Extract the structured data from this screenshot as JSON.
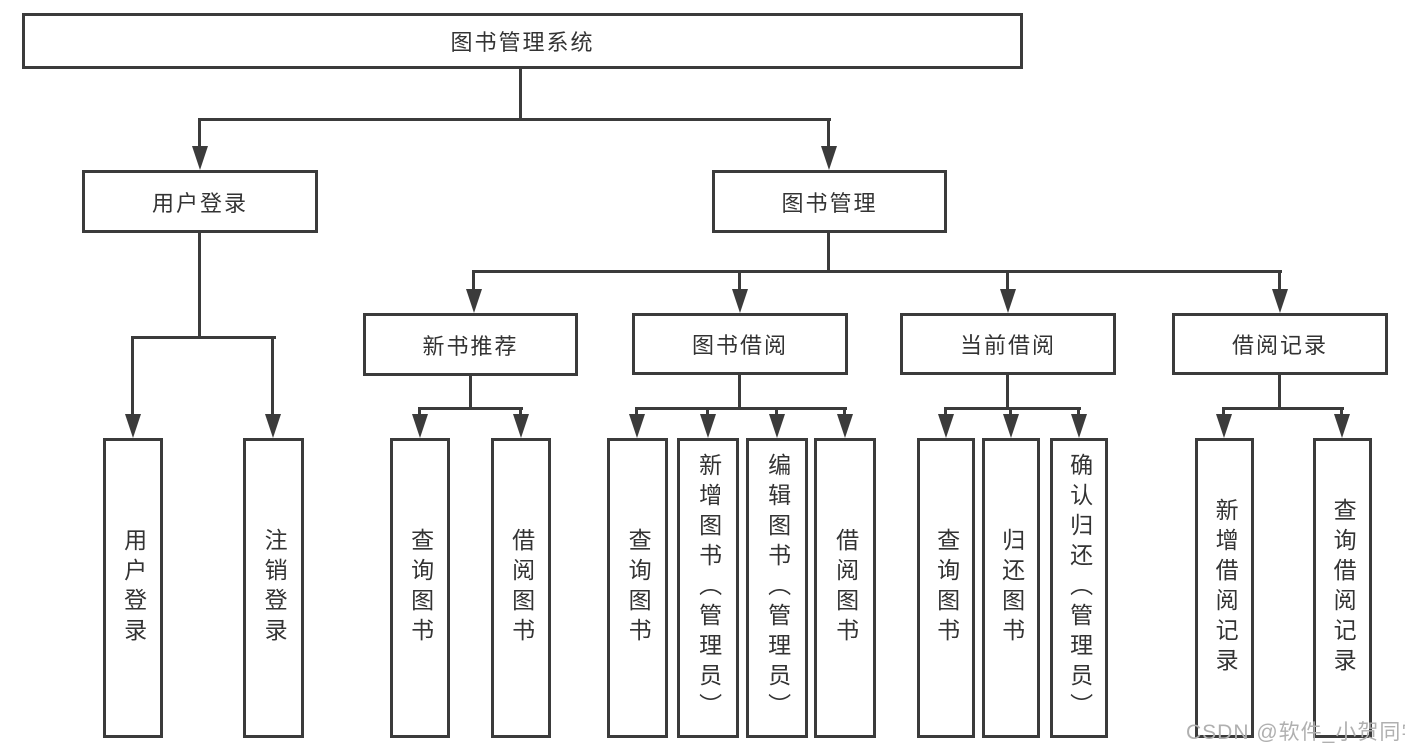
{
  "diagram": {
    "root": "图书管理系统",
    "level2": {
      "user_login": "用户登录",
      "book_mgmt": "图书管理"
    },
    "level3": {
      "new_books": "新书推荐",
      "book_borrow": "图书借阅",
      "current_borrow": "当前借阅",
      "borrow_records": "借阅记录"
    },
    "leaves": {
      "user_login": "用户登录",
      "logout": "注销登录",
      "nb_query_books": "查询图书",
      "nb_borrow_books": "借阅图书",
      "bb_query_books": "查询图书",
      "bb_add_books": "新增图书（管理员）",
      "bb_edit_books": "编辑图书（管理员）",
      "bb_borrow_books": "借阅图书",
      "cb_query_books": "查询图书",
      "cb_return_books": "归还图书",
      "cb_confirm_return": "确认归还（管理员）",
      "br_add_record": "新增借阅记录",
      "br_query_record": "查询借阅记录"
    },
    "watermark": "CSDN @软件_小贺同学",
    "colors": {
      "line": "#3b3b3b",
      "text": "#333333",
      "background": "#ffffff",
      "watermark": "#b0b0b0"
    }
  }
}
